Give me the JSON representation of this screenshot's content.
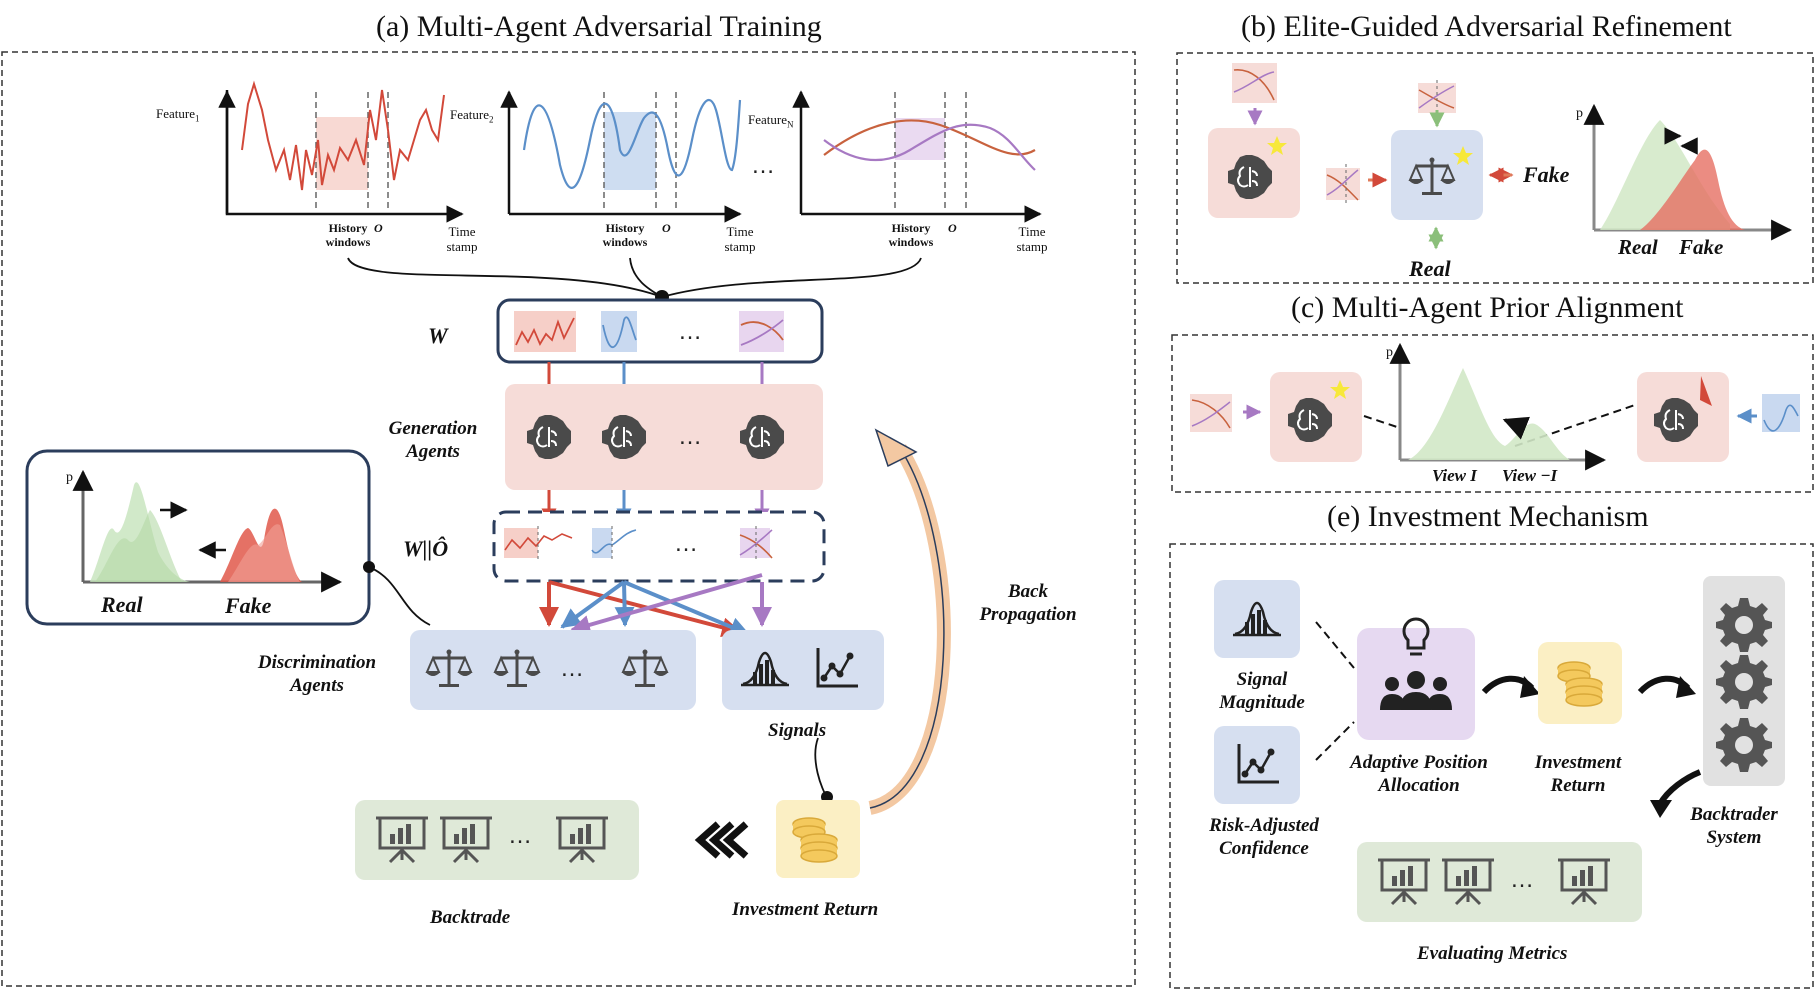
{
  "titles": {
    "a": "(a) Multi-Agent Adversarial Training",
    "b": "(b) Elite-Guided Adversarial Refinement",
    "c": "(c) Multi-Agent Prior Alignment",
    "e": "(e) Investment Mechanism"
  },
  "panel_a": {
    "feature1": "Feature",
    "feature1_sub": "1",
    "feature2": "Feature",
    "feature2_sub": "2",
    "featureN": "Feature",
    "featureN_sub": "N",
    "history_windows": "History windows",
    "o_label": "O",
    "time_stamp": "Time stamp",
    "ellipsis": "…",
    "w_label": "W",
    "w_concat_label": "W||Ô",
    "generation_agents": "Generation Agents",
    "discrimination_agents": "Discrimination Agents",
    "signals": "Signals",
    "back_propagation": "Back Propagation",
    "investment_return": "Investment Return",
    "backtrade": "Backtrade",
    "dist_p": "p",
    "dist_real": "Real",
    "dist_fake": "Fake"
  },
  "panel_b": {
    "fake": "Fake",
    "real": "Real",
    "p": "p",
    "axis_real": "Real",
    "axis_fake": "Fake"
  },
  "panel_c": {
    "p": "p",
    "view_1": "View I",
    "view_neg": "View −I"
  },
  "panel_e": {
    "signal_magnitude": "Signal Magnitude",
    "risk_adjusted_confidence": "Risk-Adjusted Confidence",
    "adaptive_position_allocation": "Adaptive Position Allocation",
    "investment_return": "Investment Return",
    "backtrader_system": "Backtrader System",
    "evaluating_metrics": "Evaluating Metrics",
    "ellipsis": "…"
  },
  "colors": {
    "red": "#d2493a",
    "blue": "#5b8fc9",
    "purple": "#a779c3",
    "green_box": "#dfe9d8",
    "pink_box": "#f6dcd8",
    "blue_box": "#d6dff0",
    "gold": "#f1d27a",
    "gray_icon": "#4a4a4a"
  },
  "icons": [
    "brain-gear-icon",
    "scale-icon",
    "bell-curve-icon",
    "scatter-line-icon",
    "coins-icon",
    "presentation-chart-icon",
    "team-idea-icon",
    "gear-icon",
    "star-icon",
    "chevron-left-icon"
  ]
}
